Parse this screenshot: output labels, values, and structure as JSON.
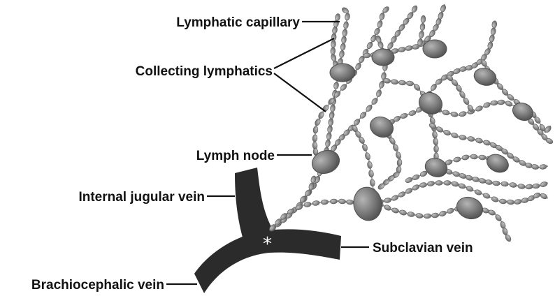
{
  "labels": {
    "lymphatic_capillary": "Lymphatic capillary",
    "collecting_lymphatics": "Collecting lymphatics",
    "lymph_node": "Lymph node",
    "internal_jugular_vein": "Internal jugular vein",
    "subclavian_vein": "Subclavian vein",
    "brachiocephalic_vein": "Brachiocephalic vein",
    "junction_marker": "*"
  },
  "colors": {
    "vein": "#2b2b2b",
    "lymph_vessel": "#7d7d7d",
    "lymph_node": "#6e6e6e",
    "text": "#111111"
  }
}
